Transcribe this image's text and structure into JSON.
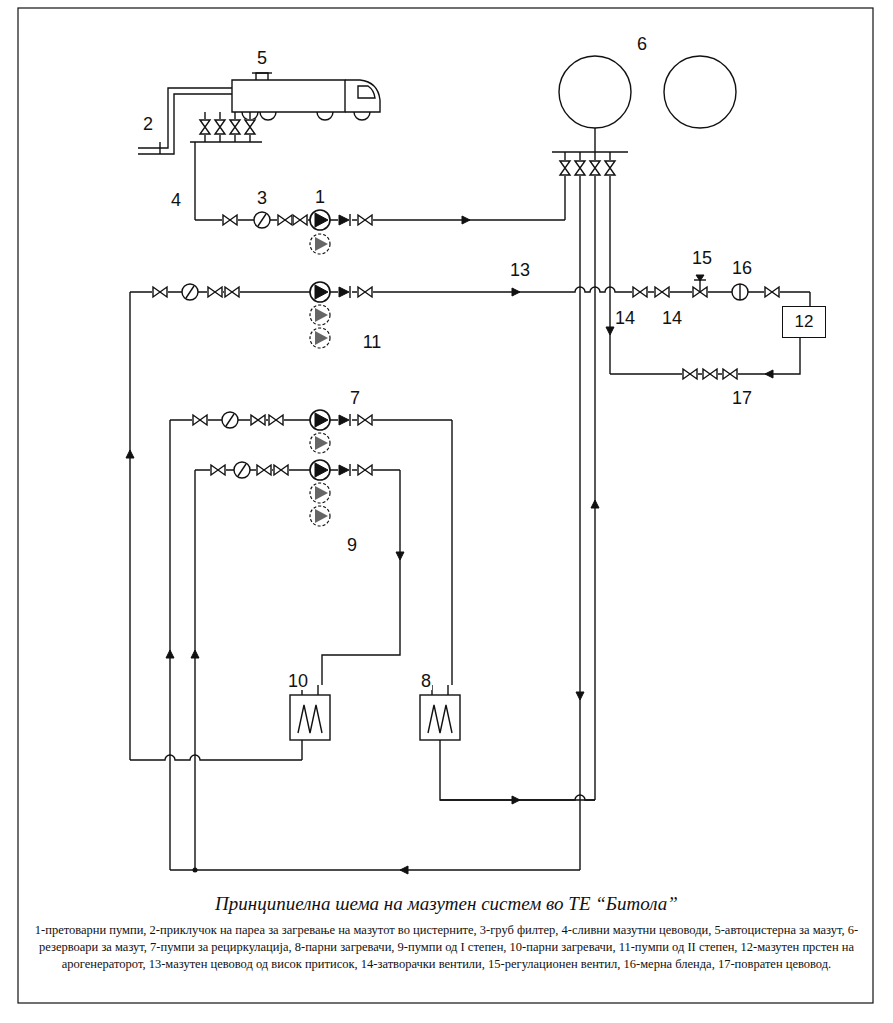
{
  "diagram": {
    "title": "Принципиелна шема на мазутен систем во ТЕ “Битола”",
    "caption": "1-претоварни пумпи, 2-приклучок на пареа за загревање на мазутот во цистерните, 3-груб филтер, 4-сливни мазутни цевоводи, 5-автоцистерна за мазут, 6-резервоари за мазут, 7-пумпи за рециркулација, 8-парни загревачи, 9-пумпи од I степен, 10-парни загревачи, 11-пумпи од II степен, 12-мазутен прстен на арогенераторот, 13-мазутен цевовод од висок притисок, 14-затворачки вентили, 15-регулационен вентил, 16-мерна бленда, 17-повратен цевовод.",
    "nodes": [
      {
        "text": [
          "12"
        ]
      }
    ],
    "labels": [
      "5",
      "2",
      "4",
      "3",
      "1",
      "6",
      "13",
      "15",
      "16",
      "11",
      "14",
      "14",
      "17",
      "7",
      "9",
      "10",
      "8"
    ]
  }
}
